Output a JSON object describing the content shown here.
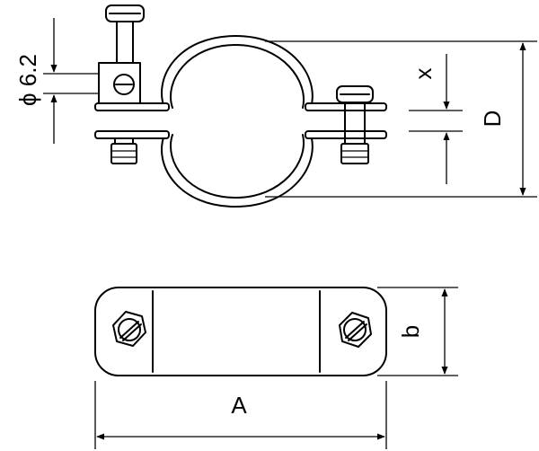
{
  "labels": {
    "diameter": "ϕ 6.2",
    "x": "x",
    "d": "D",
    "b": "b",
    "a": "A"
  }
}
